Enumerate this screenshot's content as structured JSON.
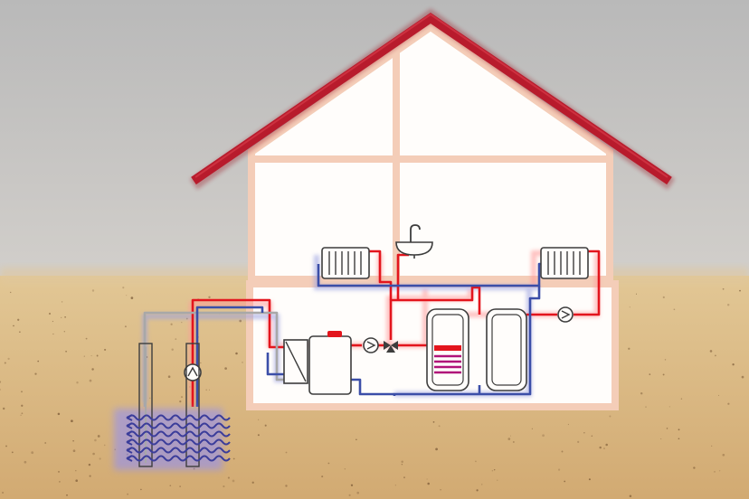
{
  "diagram": {
    "subject": "geothermal-heat-pump-house",
    "colors": {
      "sky_top": "#b9b9b9",
      "sky_bottom": "#d2cfcb",
      "ground_top": "#e2c795",
      "ground_bottom": "#d2aa72",
      "roof": "#b81b2c",
      "wall": "#f4cdb8",
      "interior": "#fffdfb",
      "hot_pipe": "#e3151d",
      "cold_pipe": "#3b4ea8",
      "brine_return": "#a8a8a8",
      "collector": "#3b3d9a",
      "storage_coil": "#b0127a"
    },
    "components": [
      {
        "id": "radiator",
        "count": 2
      },
      {
        "id": "sink",
        "count": 1
      },
      {
        "id": "heat-pump",
        "count": 1
      },
      {
        "id": "heat-exchanger",
        "count": 1
      },
      {
        "id": "circulation-pump",
        "count": 3
      },
      {
        "id": "three-way-valve",
        "count": 1
      },
      {
        "id": "hot-water-storage-tank",
        "count": 1
      },
      {
        "id": "buffer-tank",
        "count": 1
      },
      {
        "id": "borehole-probe",
        "count": 2
      },
      {
        "id": "ground-collector-loops",
        "count": 1
      }
    ]
  }
}
